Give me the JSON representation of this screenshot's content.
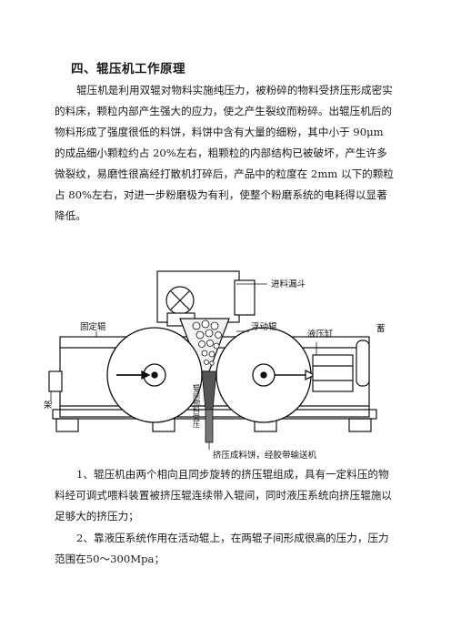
{
  "section": {
    "title": "四、辊压机工作原理"
  },
  "paragraphs": {
    "p1": "辊压机是利用双辊对物料实施纯压力，被粉碎的物料受挤压形成密实的料床，颗粒内部产生强大的应力，使之产生裂纹而粉碎。出辊压机后的物料形成了强度很低的料饼，料饼中含有大量的细粉，其中小于 90μm 的成品细小颗粒约占 20%左右，粗颗粒的内部结构已被破坏，产生许多微裂纹，易磨性很高经打散机打碎后，产品中的粒度在 2mm 以下的颗粒占 80%左右，对进一步粉磨极为有利，使整个粉磨系统的电耗得以显著降低。",
    "p2": "1、辊压机由两个相向且同步旋转的挤压辊组成，具有一定料压的物料经可调式喂料装置被挤压辊连续带入辊间，同时液压系统向挤压辊施以足够大的挤压力；",
    "p3": "2、靠液压系统作用在活动辊上，在两辊子间形成很高的压力，压力范围在50～300Mpa；"
  },
  "figure": {
    "label_feed_hopper": "进料漏斗",
    "label_fixed_roller": "固定辊",
    "label_floating_roller": "浮动辊",
    "label_hydraulic_cylinder": "液压缸",
    "label_accumulator": "蓄",
    "label_frame": "架",
    "label_vertical": "辊间物料受压",
    "label_bottom": "挤压成料饼，经胶带输送机"
  }
}
